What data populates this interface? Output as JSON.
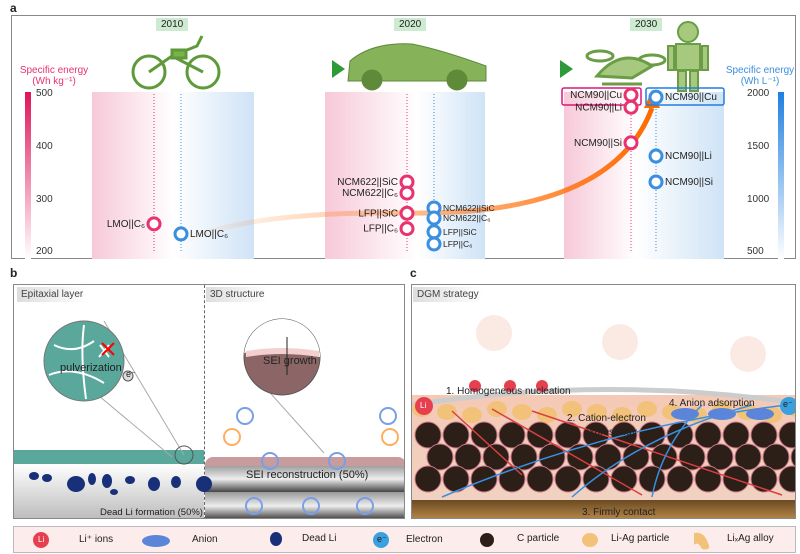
{
  "panel_a": {
    "label": "a",
    "years": [
      "2010",
      "2020",
      "2030"
    ],
    "left_axis": {
      "title": "Specific energy",
      "unit": "(Wh kg⁻¹)",
      "ticks": [
        "500",
        "400",
        "300",
        "200"
      ],
      "range": [
        200,
        500
      ],
      "color": "#e8336f"
    },
    "right_axis": {
      "title": "Specific energy",
      "unit": "(Wh L⁻¹)",
      "ticks": [
        "2000",
        "1500",
        "1000",
        "500"
      ],
      "range": [
        500,
        2000
      ],
      "color": "#3a8fe0"
    },
    "gravimetric": [
      {
        "name": "LMO||C₆",
        "year": "2010",
        "value": 255
      },
      {
        "name": "NCM622||SiC",
        "year": "2020",
        "value": 334
      },
      {
        "name": "NCM622||C₆",
        "year": "2020",
        "value": 313
      },
      {
        "name": "LFP||SiC",
        "year": "2020",
        "value": 275
      },
      {
        "name": "LFP||C₆",
        "year": "2020",
        "value": 246
      },
      {
        "name": "NCM90||Cu",
        "year": "2030",
        "value": 498
      },
      {
        "name": "NCM90||Li",
        "year": "2030",
        "value": 475
      },
      {
        "name": "NCM90||Si",
        "year": "2030",
        "value": 408
      }
    ],
    "volumetric": [
      {
        "name": "LMO||C₆",
        "year": "2010",
        "value": 680
      },
      {
        "name": "NCM622||SiC",
        "year": "2020",
        "value": 925
      },
      {
        "name": "NCM622||C₆",
        "year": "2020",
        "value": 830
      },
      {
        "name": "LFP||SiC",
        "year": "2020",
        "value": 700
      },
      {
        "name": "LFP||C₆",
        "year": "2020",
        "value": 585
      },
      {
        "name": "NCM90||Cu",
        "year": "2030",
        "value": 1970
      },
      {
        "name": "NCM90||Li",
        "year": "2030",
        "value": 1415
      },
      {
        "name": "NCM90||Si",
        "year": "2030",
        "value": 1170
      }
    ],
    "icons": [
      "e-bike-icon",
      "electric-car-icon",
      "flying-car-icon",
      "robot-icon"
    ]
  },
  "panel_b": {
    "label": "b",
    "left_tag": "Epitaxial layer",
    "right_tag": "3D structure",
    "pulverization": "pulverization",
    "electron": "e⁻",
    "dead_li": "Dead Li formation (50%)",
    "sei_growth": "SEI growth",
    "sei_reconstruction": "SEI reconstruction (50%)"
  },
  "panel_c": {
    "label": "c",
    "tag": "DGM strategy",
    "step1": "1. Homogeneous nucleation",
    "step2a": "2. Cation-electron",
    "step2b": "expressway",
    "step3": "3. Firmly contact",
    "step4": "4. Anion adsorption",
    "li": "Li",
    "electron": "e⁻"
  },
  "legend": [
    {
      "symbol": "Li",
      "label": "Li⁺ ions"
    },
    {
      "symbol": "−",
      "label": "Anion"
    },
    {
      "symbol": "",
      "label": "Dead Li"
    },
    {
      "symbol": "e⁻",
      "label": "Electron"
    },
    {
      "symbol": "",
      "label": "C particle"
    },
    {
      "symbol": "",
      "label": "Li-Ag particle"
    },
    {
      "symbol": "",
      "label": "LiₓAg alloy"
    }
  ]
}
